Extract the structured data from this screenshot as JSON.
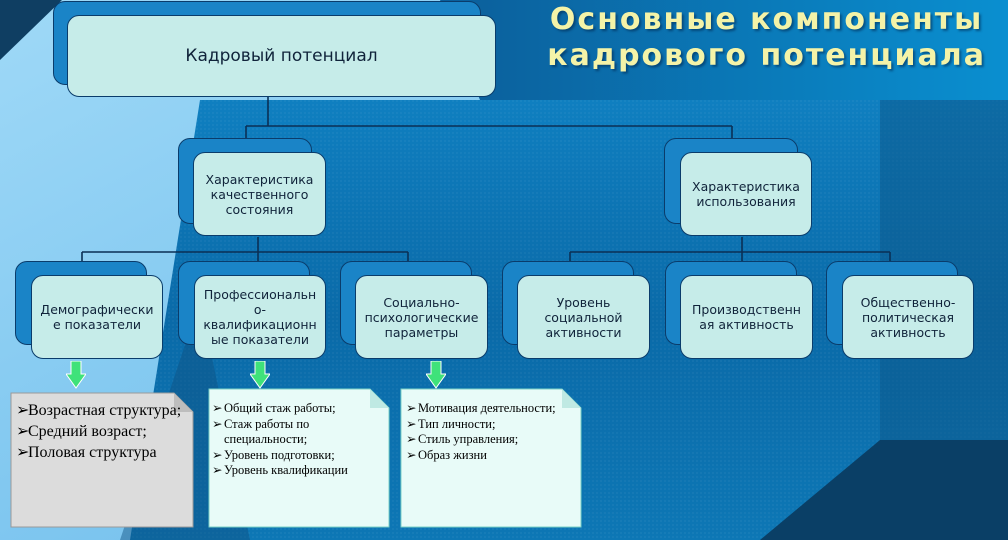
{
  "title": {
    "line1": "Основные компоненты",
    "line2": "кадрового потенциала"
  },
  "root": {
    "label": "Кадровый потенциал"
  },
  "branches": {
    "quality": {
      "label": "Характеристика качественного состояния"
    },
    "usage": {
      "label": "Характеристика использования"
    }
  },
  "leaves": {
    "demographic": {
      "label": "Демографически е показатели"
    },
    "professional": {
      "label": "Профессиональн о-квалификационн ые показатели"
    },
    "psychological": {
      "label": "Социально-психологические параметры"
    },
    "social": {
      "label": "Уровень социальной активности"
    },
    "production": {
      "label": "Производственн ая активность"
    },
    "political": {
      "label": "Общественно-политическая активность"
    }
  },
  "lists": {
    "demographic": {
      "marker": "➢",
      "items": [
        "Возрастная структура;",
        "Средний возраст;",
        "Половая структура"
      ]
    },
    "professional": {
      "marker": "➢",
      "items": [
        "Общий стаж работы;",
        "Стаж работы по специальности;",
        "Уровень подготовки;",
        "Уровень квалификации"
      ]
    },
    "psychological": {
      "marker": "➢",
      "items": [
        "Мотивация деятельности;",
        "Тип личности;",
        "Стиль управления;",
        "Образ жизни"
      ]
    }
  },
  "colors": {
    "title": "#f4f3a8",
    "box_front": "#c6ece9",
    "box_back": "#1a84c7",
    "border": "#0a3c6b",
    "arrow": "#3fe27a",
    "list_gray": "#dcdcdc",
    "list_mint": "#e8fbf8"
  }
}
